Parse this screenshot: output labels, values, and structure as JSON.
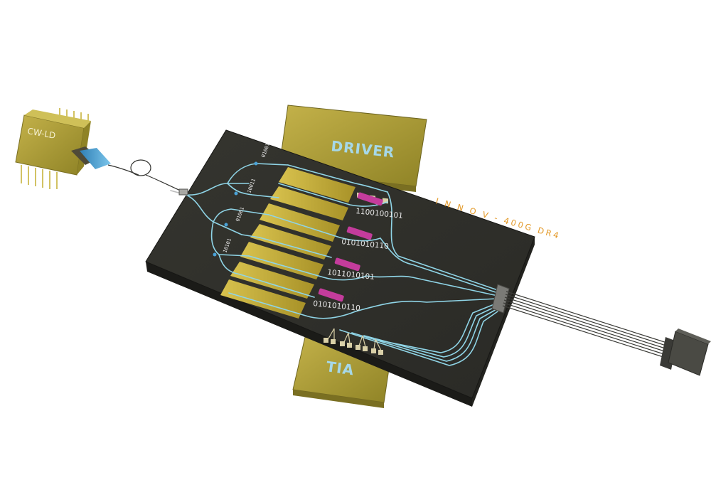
{
  "labels": {
    "laser": "CW-LD",
    "driver": "DRIVER",
    "tia": "TIA",
    "brand": "I N N O V - 400G DR4"
  },
  "lanes": [
    {
      "bits": "1100100101",
      "modulator_tag": "01001"
    },
    {
      "bits": "0101010110",
      "modulator_tag": "10011"
    },
    {
      "bits": "1011010101",
      "modulator_tag": "01001"
    },
    {
      "bits": "0101010110",
      "modulator_tag": "10101"
    }
  ],
  "colors": {
    "chip": "#2e2e2a",
    "chip_side": "#1c1c19",
    "gold": "#a09230",
    "gold_light": "#c8b648",
    "waveguide": "#8fd4e6",
    "driver_text": "#a6d8e8",
    "tia_text": "#a6d8e8",
    "brand_text": "#e39a2a",
    "bits_text": "#e8e8e8",
    "heater": "#c43c9c",
    "fiber_tip": "#4aa3d8"
  }
}
